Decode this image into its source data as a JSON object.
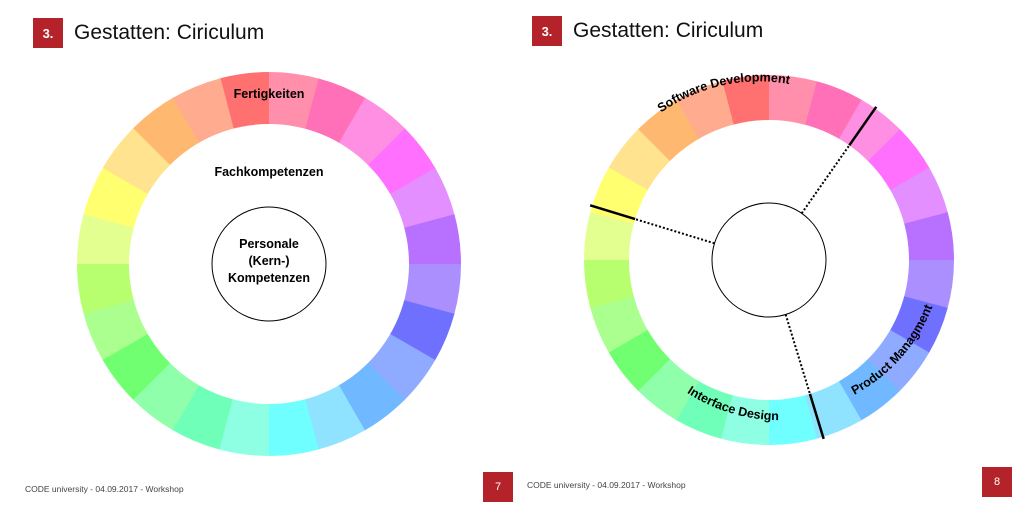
{
  "accent_color": "#b5232a",
  "slides": [
    {
      "badge": "3.",
      "title": "Gestatten: Ciriculum",
      "ring_label": "Fertigkeiten",
      "middle_label": "Fachkompetenzen",
      "core_label": [
        "Personale",
        "(Kern-)",
        "Kompetenzen"
      ],
      "footer": "CODE university - 04.09.2017 - Workshop",
      "page": "7"
    },
    {
      "badge": "3.",
      "title": "Gestatten: Ciriculum",
      "segments": [
        "Software Development",
        "Product Managment",
        "Interface Design"
      ],
      "footer": "CODE university - 04.09.2017 - Workshop",
      "page": "8"
    }
  ]
}
